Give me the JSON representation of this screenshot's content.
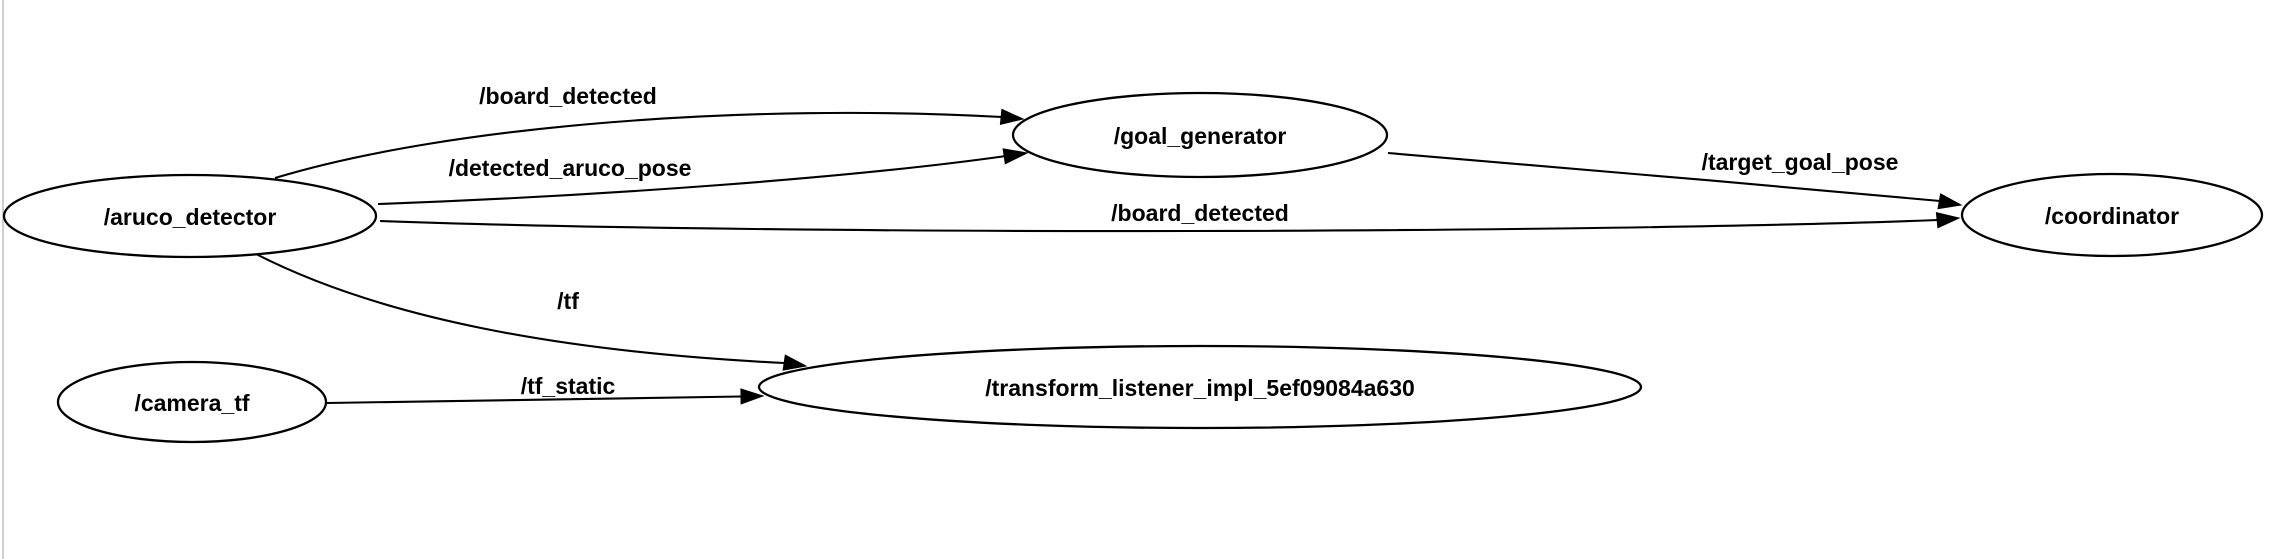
{
  "app": {
    "kind": "ros-node-graph",
    "background_color": "#ffffff",
    "stroke_color": "#000000",
    "pane_border_color": "#bdbdc2"
  },
  "graph": {
    "nodes": [
      {
        "id": "aruco_detector",
        "label": "/aruco_detector"
      },
      {
        "id": "goal_generator",
        "label": "/goal_generator"
      },
      {
        "id": "coordinator",
        "label": "/coordinator"
      },
      {
        "id": "camera_tf",
        "label": "/camera_tf"
      },
      {
        "id": "transform_listener",
        "label": "/transform_listener_impl_5ef09084a630"
      }
    ],
    "edges": [
      {
        "from": "/aruco_detector",
        "to": "/goal_generator",
        "label": "/board_detected"
      },
      {
        "from": "/aruco_detector",
        "to": "/goal_generator",
        "label": "/detected_aruco_pose"
      },
      {
        "from": "/aruco_detector",
        "to": "/coordinator",
        "label": "/board_detected"
      },
      {
        "from": "/goal_generator",
        "to": "/coordinator",
        "label": "/target_goal_pose"
      },
      {
        "from": "/aruco_detector",
        "to": "/transform_listener_impl_5ef09084a630",
        "label": "/tf"
      },
      {
        "from": "/camera_tf",
        "to": "/transform_listener_impl_5ef09084a630",
        "label": "/tf_static"
      }
    ]
  }
}
